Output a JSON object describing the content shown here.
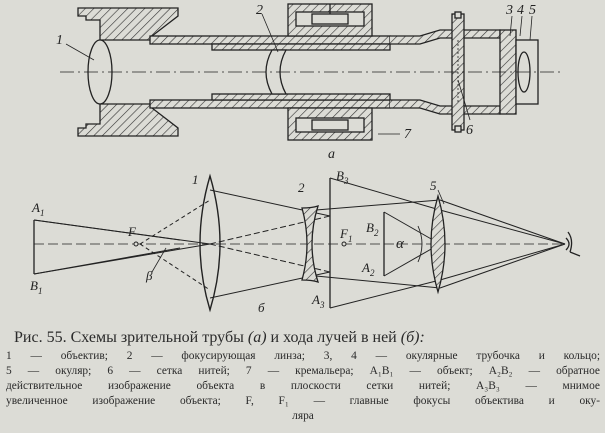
{
  "figure": {
    "telescope_labels": {
      "n1": "1",
      "n2": "2",
      "n3": "3",
      "n4": "4",
      "n5": "5",
      "n6": "6",
      "n7": "7",
      "sub_a": "a"
    },
    "ray_labels": {
      "n1": "1",
      "n2": "2",
      "n5": "5",
      "A1": "A",
      "A1_sub": "1",
      "B1": "B",
      "B1_sub": "1",
      "F": "F",
      "F1": "F",
      "F1_sub": "1",
      "beta": "β",
      "B3": "B",
      "B3_sub": "3",
      "B2": "B",
      "B2_sub": "2",
      "A2": "A",
      "A2_sub": "2",
      "A3": "A",
      "A3_sub": "3",
      "alpha": "α",
      "sub_b": "б"
    }
  },
  "caption": {
    "title_prefix": "Рис. 55. Схемы зрительной трубы ",
    "title_a": "(а)",
    "title_middle": " и хода лучей в ней ",
    "title_b": "(б):",
    "line1": "1 — объектив; 2 — фокусирующая линза; 3, 4 — окулярные трубочка и кольцо;",
    "line2": "5 — окуляр; 6 — сетка нитей; 7 — кремальера; A₁B₁ — объект; A₂B₂ — обратное",
    "line3": "действительное изображение объекта в плоскости сетки нитей; A₃B₃ — мнимое",
    "line4": "увеличенное изображение объекта; F, F₁ — главные фокусы объектива и оку-",
    "line5": "ляра"
  }
}
